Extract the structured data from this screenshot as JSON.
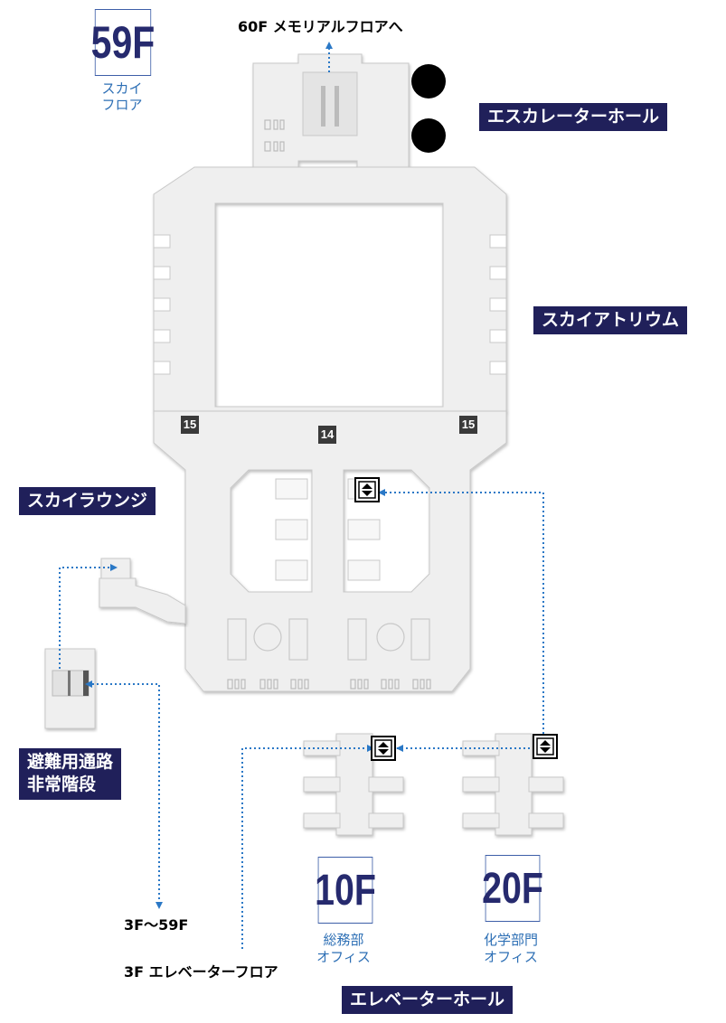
{
  "floor_main": {
    "number": "59F",
    "name_line1": "スカイ",
    "name_line2": "フロア"
  },
  "top_label": "60F メモリアルフロアへ",
  "areas": {
    "escalator_hall": "エスカレーターホール",
    "sky_atrium": "スカイアトリウム",
    "sky_lounge": "スカイラウンジ",
    "emergency_line1": "避難用通路",
    "emergency_line2": "非常階段",
    "elevator_hall": "エレベーターホール"
  },
  "room_numbers": {
    "left": "15",
    "center": "14",
    "right": "15"
  },
  "stairs_range": "3F～59F",
  "elevator_floor": "3F エレベーターフロア",
  "floor_10": {
    "number": "10F",
    "name_line1": "総務部",
    "name_line2": "オフィス"
  },
  "floor_20": {
    "number": "20F",
    "name_line1": "化学部門",
    "name_line2": "オフィス"
  },
  "icons": [
    "escalator-dot-icon",
    "elevator-updown-icon"
  ],
  "colors": {
    "route": "#2a78c6",
    "label_bg": "#20205a",
    "floor_text": "#262a6e",
    "floor_sub": "#2d6fb5",
    "room_fill": "#efefef"
  }
}
